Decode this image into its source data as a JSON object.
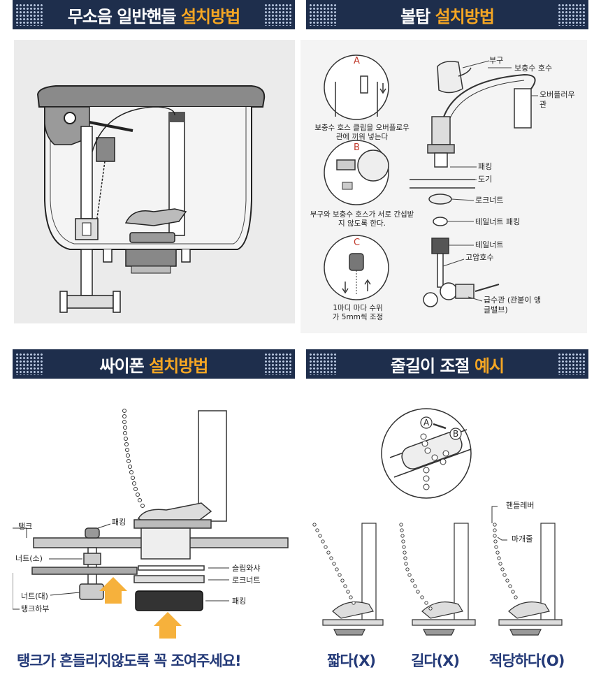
{
  "banners": {
    "b1": {
      "main": "무소음 일반핸들 ",
      "highlight": "설치방법"
    },
    "b2": {
      "main": "볼탑 ",
      "highlight": "설치방법"
    },
    "b3": {
      "main": "싸이폰 ",
      "highlight": "설치방법"
    },
    "b4": {
      "main": "줄길이 조절 ",
      "highlight": "예시"
    }
  },
  "balltap": {
    "step_a": "A",
    "step_a_text": "보충수 호스 클립을 오버플로우 관에 끼워 넣는다",
    "step_b": "B",
    "step_b_text": "부구와 보충수 호스가 서로 간섭받지 않도록 한다.",
    "step_c": "C",
    "step_c_text": "1마디 마다 수위가 5mm씩 조정",
    "labels": {
      "float": "부구",
      "refill_hose": "보충수 호수",
      "overflow": "오버플러우 관",
      "packing": "패킹",
      "toilet": "도기",
      "lock_nut": "로크너트",
      "tail_nut_packing": "테일너트 패킹",
      "tail_nut": "테일너트",
      "hp_hose": "고압호수",
      "supply_pipe": "급수관 (관붙이 앵글밸브)"
    }
  },
  "siphon": {
    "labels": {
      "tank": "탱크",
      "packing_top": "패킹",
      "nut_small": "너트(소)",
      "nut_large": "너트(대)",
      "tank_bottom": "탱크하부",
      "slip_washer": "슬립와샤",
      "lock_nut": "로크너트",
      "packing_bottom": "패킹"
    },
    "caption": "탱크가 흔들리지않도록 꼭 조여주세요!"
  },
  "chain": {
    "labels": {
      "a": "A",
      "b": "B",
      "handle_lever": "핸들레버",
      "chain": "마개줄"
    },
    "results": [
      "짧다(X)",
      "길다(X)",
      "적당하다(O)"
    ]
  },
  "colors": {
    "banner_bg": "#1e2e4c",
    "highlight": "#f5a623",
    "caption": "#243a78",
    "arrow": "#f6b13c"
  }
}
